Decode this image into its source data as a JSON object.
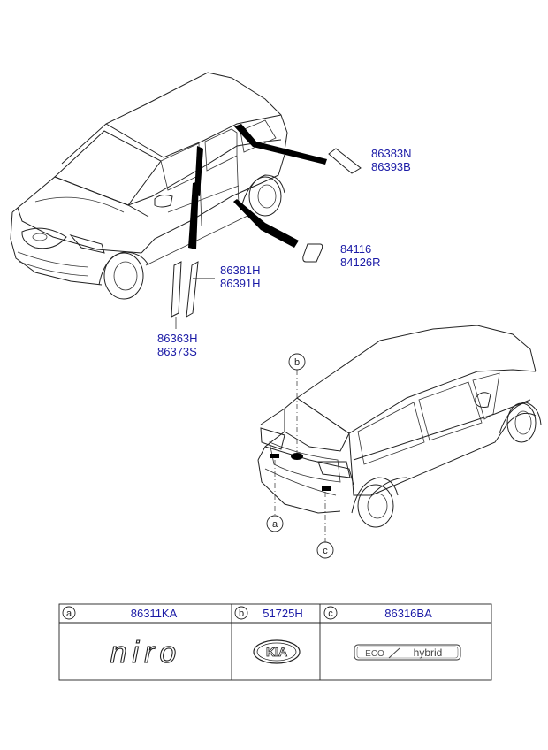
{
  "upper_parts": {
    "roof_trim_front": "86383N",
    "roof_trim_rear": "86393B",
    "side_garnish_a": "84116",
    "side_garnish_b": "84126R",
    "pillar_front": "86381H",
    "pillar_rear": "86391H",
    "pillar_tape_front": "86363H",
    "pillar_tape_rear": "86373S"
  },
  "callouts": [
    "a",
    "b",
    "c"
  ],
  "table": {
    "columns": [
      {
        "key": "a",
        "part": "86311KA",
        "emblem_text": "niro"
      },
      {
        "key": "b",
        "part": "51725H",
        "emblem_text": "KIA"
      },
      {
        "key": "c",
        "part": "86316BA",
        "emblem_text_1": "ECO",
        "emblem_text_2": "hybrid"
      }
    ]
  },
  "colors": {
    "part_number": "#1a1aa6",
    "line": "#222222"
  }
}
